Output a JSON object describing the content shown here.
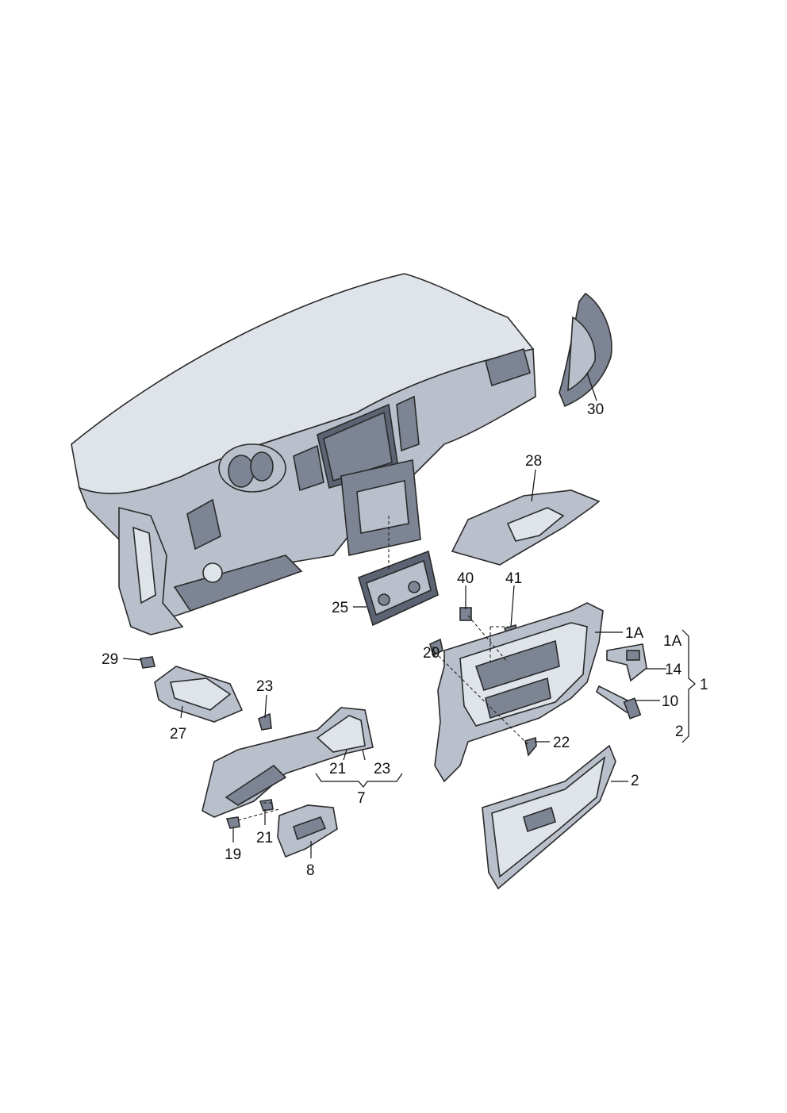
{
  "callouts": {
    "c30": "30",
    "c28": "28",
    "c40": "40",
    "c41": "41",
    "c1A": "1A",
    "c25": "25",
    "c20": "20",
    "c29": "29",
    "c23a": "23",
    "c1Ab": "1A",
    "c14": "14",
    "c1": "1",
    "c10": "10",
    "c27": "27",
    "c22": "22",
    "c2b": "2",
    "c21a": "21",
    "c23b": "23",
    "c7": "7",
    "c2": "2",
    "c21b": "21",
    "c19": "19",
    "c8": "8"
  },
  "colors": {
    "line": "#111111",
    "part_light": "#dfe3ea",
    "part_mid": "#b9c0cc",
    "part_dark": "#7d8594"
  }
}
